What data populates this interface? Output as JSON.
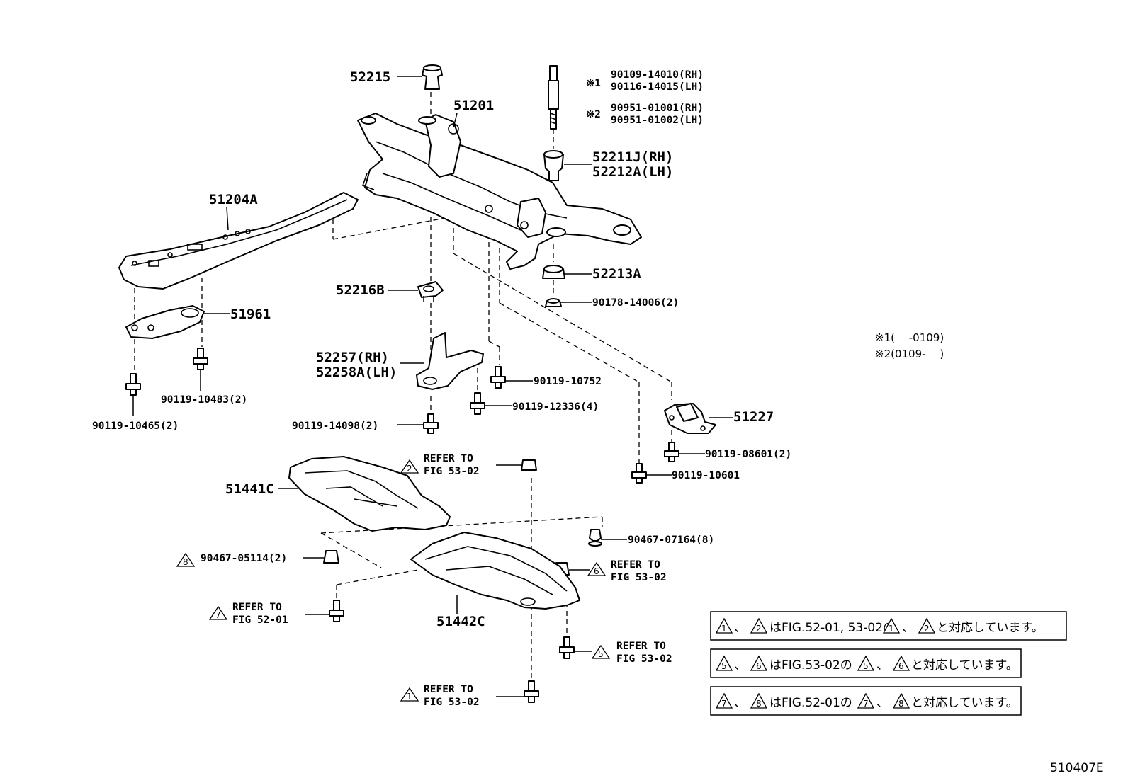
{
  "parts": {
    "p52215": "52215",
    "p51201": "51201",
    "p51204A": "51204A",
    "p52211J": "52211J(RH)",
    "p52212A": "52212A(LH)",
    "p52213A": "52213A",
    "p90178": "90178-14006(2)",
    "p52216B": "52216B",
    "p51961": "51961",
    "p52257": "52257(RH)",
    "p52258A": "52258A(LH)",
    "p90119_10752": "90119-10752",
    "p90119_12336": "90119-12336(4)",
    "p90119_10483": "90119-10483(2)",
    "p90119_10465": "90119-10465(2)",
    "p90119_14098": "90119-14098(2)",
    "p51227": "51227",
    "p90119_08601": "90119-08601(2)",
    "p90119_10601": "90119-10601",
    "p51441C": "51441C",
    "p51442C": "51442C",
    "p90467_07164": "90467-07164(8)",
    "p90467_05114": "90467-05114(2)"
  },
  "bolt_options": {
    "mark1": "※1",
    "mark2": "※2",
    "opt1_rh": "90109-14010(RH)",
    "opt1_lh": "90116-14015(LH)",
    "opt2_rh": "90951-01001(RH)",
    "opt2_lh": "90951-01002(LH)"
  },
  "notes": {
    "note1": "※1(　 -0109)",
    "note2": "※2(0109-　 )"
  },
  "refs": {
    "refer_to": "REFER TO",
    "fig_53_02": "FIG 53-02",
    "fig_52_01": "FIG 52-01"
  },
  "triangles": {
    "t1": "1",
    "t2": "2",
    "t5": "5",
    "t6": "6",
    "t7": "7",
    "t8": "8"
  },
  "legend": {
    "row1_a": "、",
    "row1_b": "はFIG.52-01, 53-02の",
    "row1_c": "、",
    "row1_d": "と対応しています。",
    "row2_a": "、",
    "row2_b": "はFIG.53-02の",
    "row2_c": "、",
    "row2_d": "と対応しています。",
    "row3_a": "、",
    "row3_b": "はFIG.52-01の",
    "row3_c": "、",
    "row3_d": "と対応しています。"
  },
  "diagram_id": "510407E"
}
